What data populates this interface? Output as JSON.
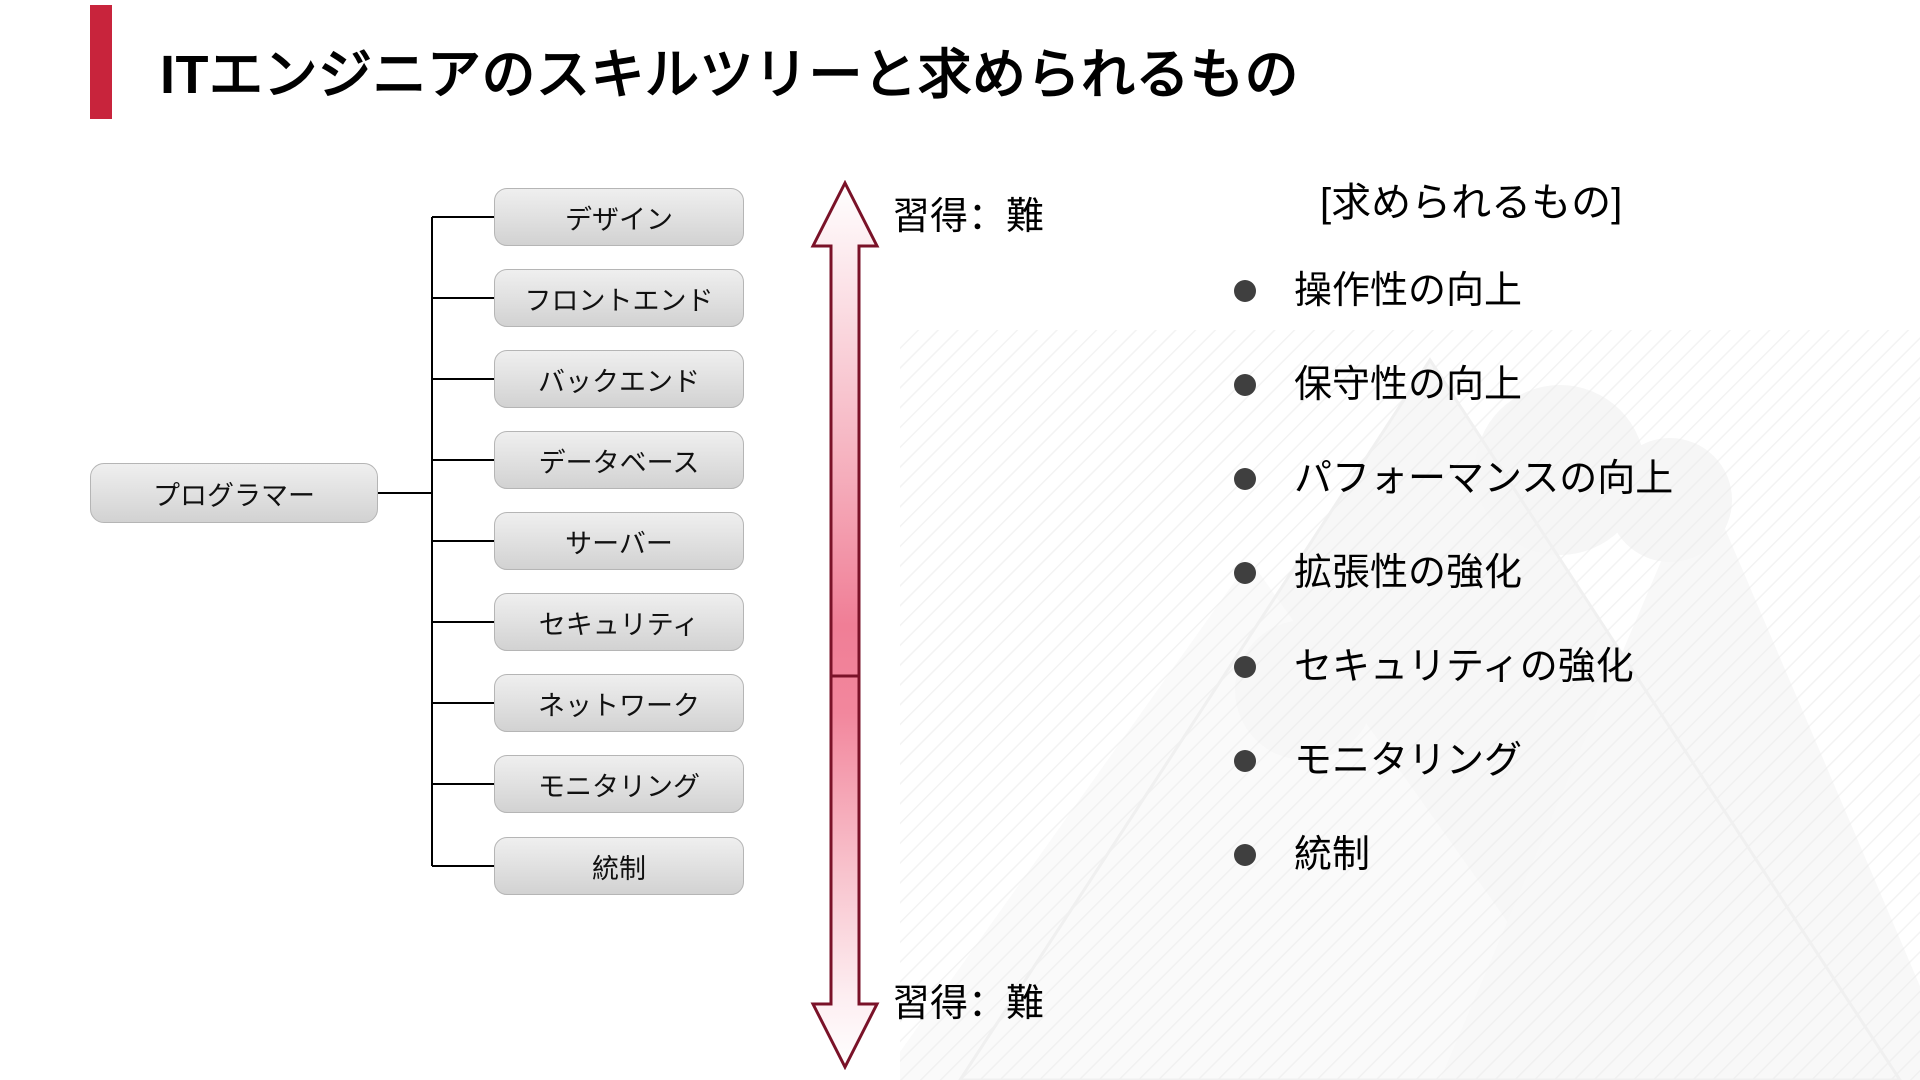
{
  "slide": {
    "title": "ITエンジニアのスキルツリーと求められるもの",
    "accent_color": "#C8243C",
    "background_color": "#FFFFFF"
  },
  "skill_tree": {
    "root": {
      "label": "プログラマー"
    },
    "branches": [
      {
        "label": "デザイン"
      },
      {
        "label": "フロントエンド"
      },
      {
        "label": "バックエンド"
      },
      {
        "label": "データベース"
      },
      {
        "label": "サーバー"
      },
      {
        "label": "セキュリティ"
      },
      {
        "label": "ネットワーク"
      },
      {
        "label": "モニタリング"
      },
      {
        "label": "統制"
      }
    ],
    "node_fill_top": "#EFEFEF",
    "node_fill_bottom": "#D2D2D2",
    "node_border_color": "#B5B5B5",
    "connector_color": "#000000"
  },
  "difficulty_axis": {
    "top_label": "習得：難",
    "bottom_label": "習得：難",
    "arrow_outline_color": "#7A1228",
    "arrow_mid_color": "#F07E96",
    "arrow_end_color": "#FFFFFF",
    "direction": "double-headed-vertical"
  },
  "requirements": {
    "heading": "[求められるもの]",
    "bullet_color": "#3F3F3F",
    "items": [
      {
        "label": "操作性の向上"
      },
      {
        "label": "保守性の向上"
      },
      {
        "label": "パフォーマンスの向上"
      },
      {
        "label": "拡張性の強化"
      },
      {
        "label": "セキュリティの強化"
      },
      {
        "label": "モニタリング"
      },
      {
        "label": "統制"
      }
    ]
  }
}
